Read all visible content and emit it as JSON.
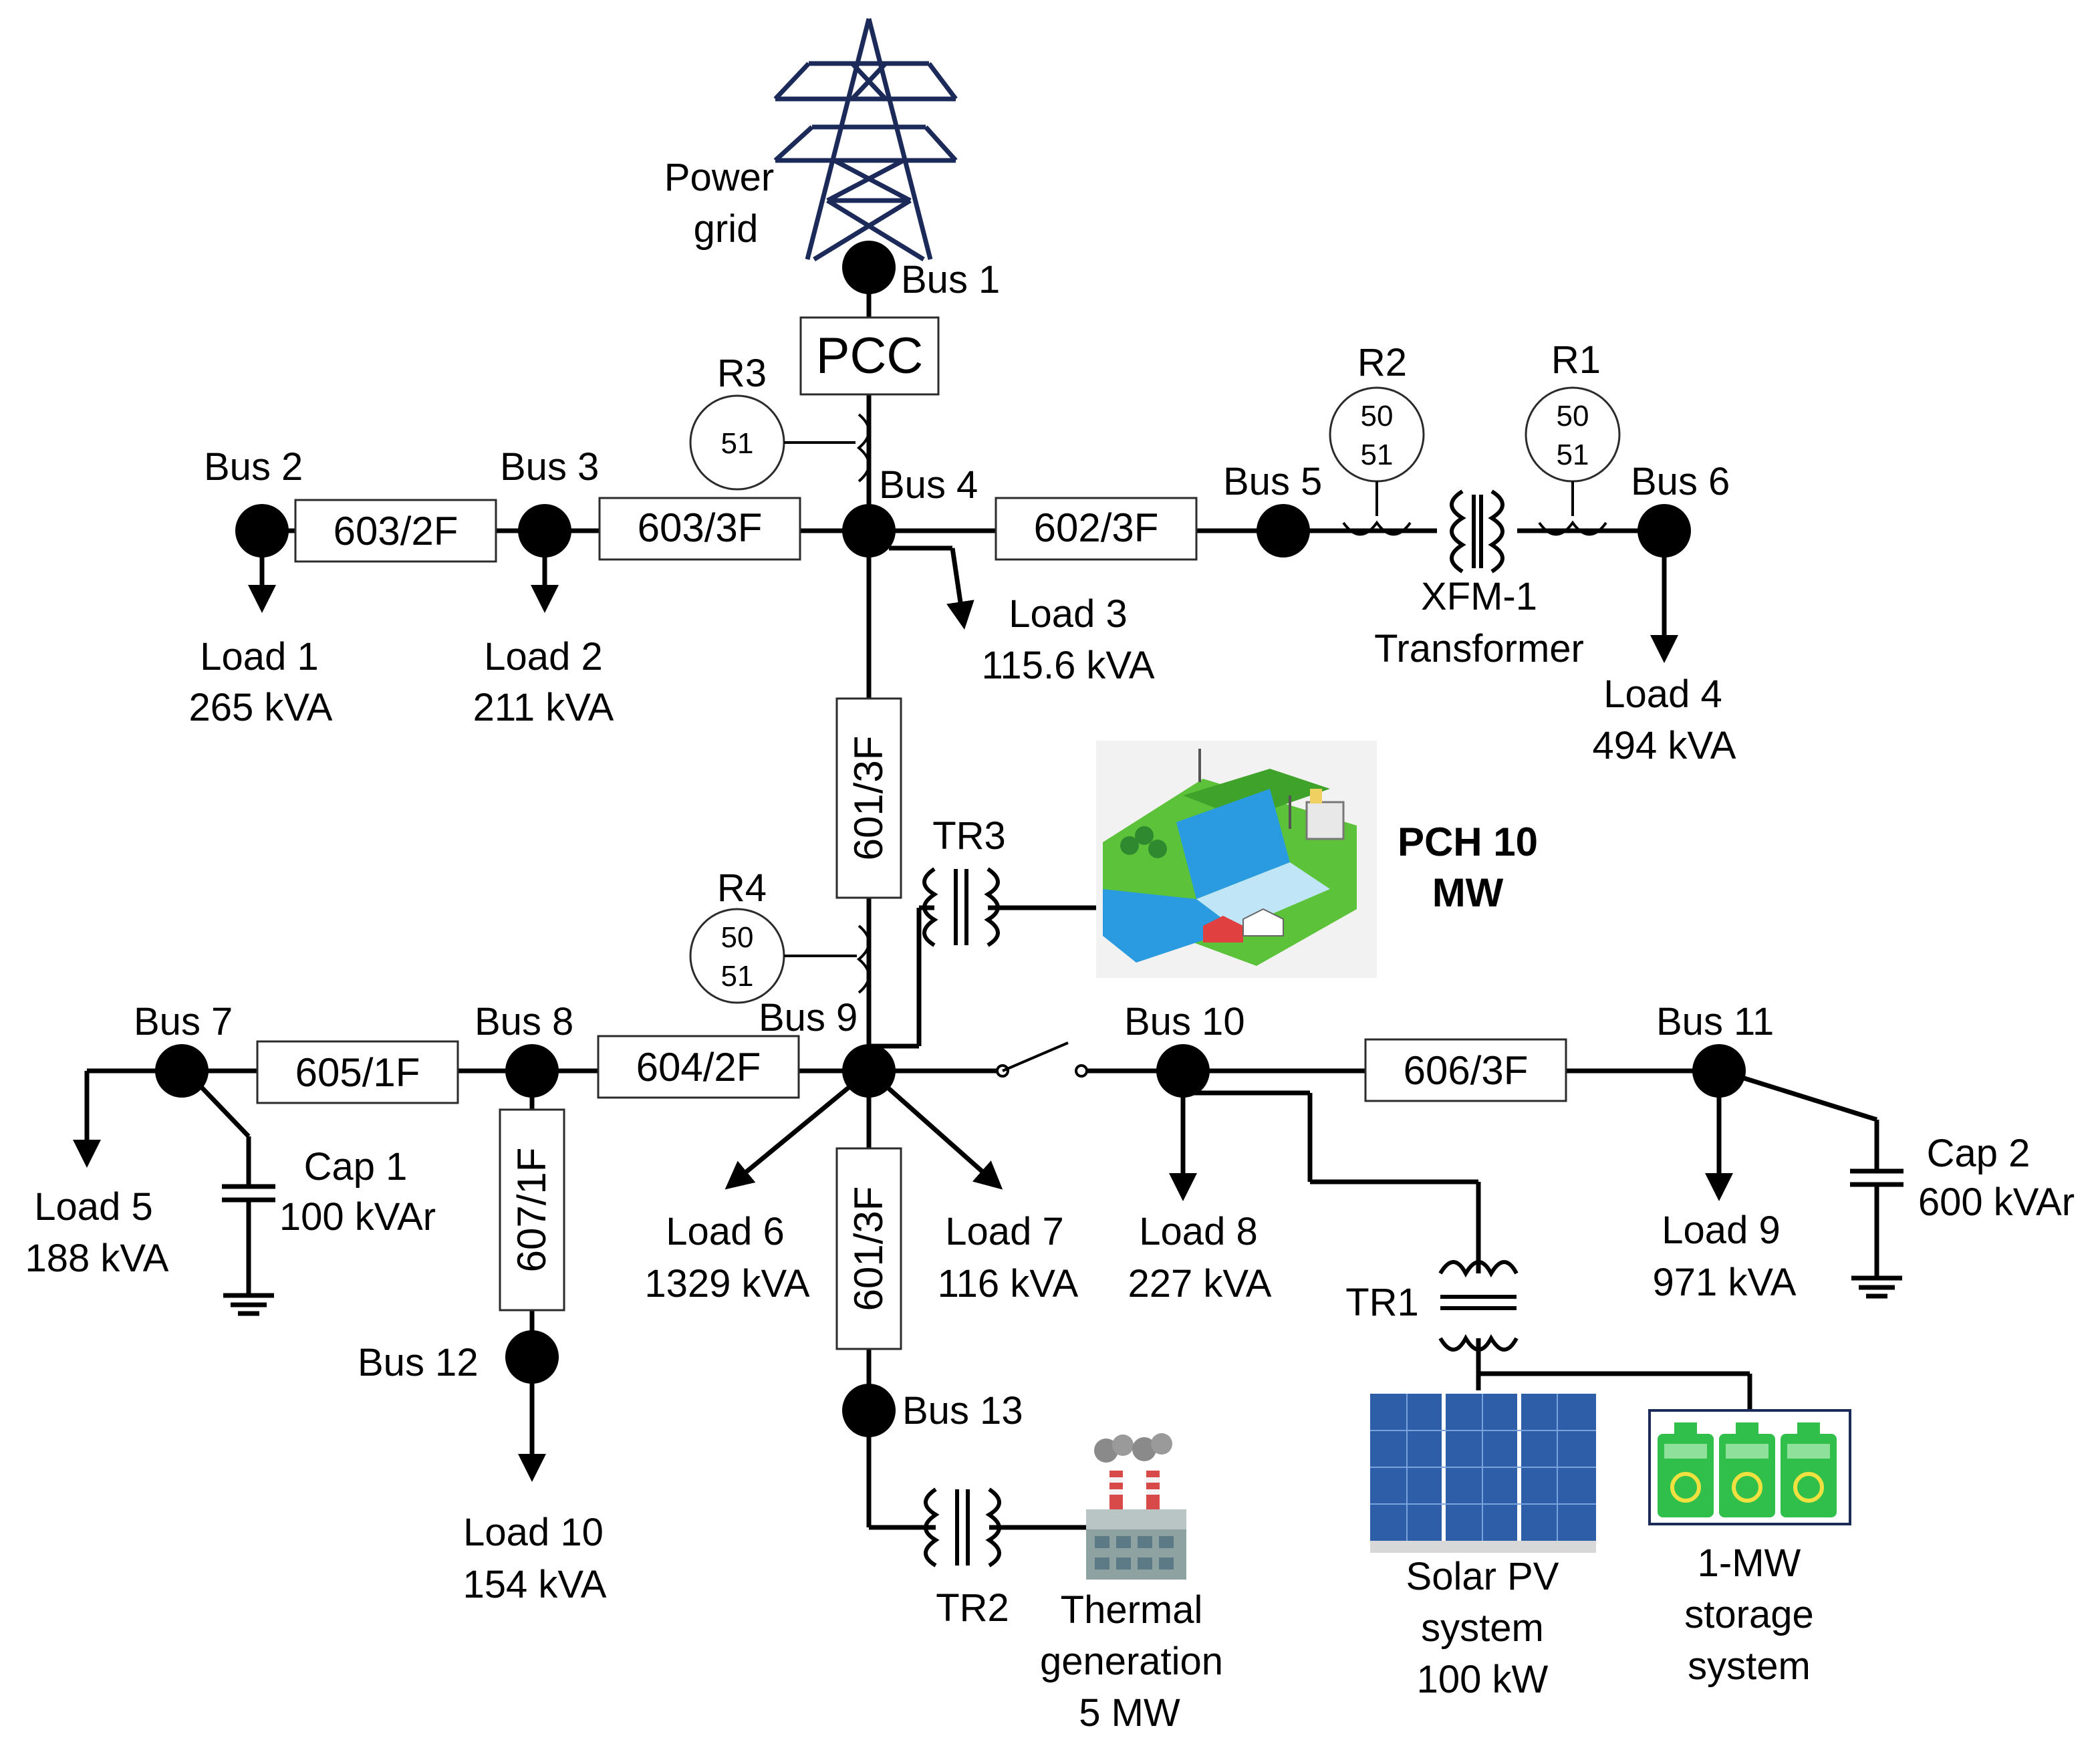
{
  "grid": {
    "label_line1": "Power",
    "label_line2": "grid"
  },
  "pcc": {
    "label": "PCC"
  },
  "buses": {
    "b1": "Bus 1",
    "b2": "Bus 2",
    "b3": "Bus 3",
    "b4": "Bus 4",
    "b5": "Bus 5",
    "b6": "Bus 6",
    "b7": "Bus 7",
    "b8": "Bus 8",
    "b9": "Bus 9",
    "b10": "Bus 10",
    "b11": "Bus 11",
    "b12": "Bus 12",
    "b13": "Bus 13"
  },
  "lines": {
    "l603_2f": "603/2F",
    "l603_3f": "603/3F",
    "l602_3f": "602/3F",
    "l601_3f_a": "601/3F",
    "l605_1f": "605/1F",
    "l604_2f": "604/2F",
    "l607_1f": "607/1F",
    "l601_3f_b": "601/3F",
    "l606_3f": "606/3F"
  },
  "relays": {
    "r1": {
      "name": "R1",
      "code1": "50",
      "code2": "51"
    },
    "r2": {
      "name": "R2",
      "code1": "50",
      "code2": "51"
    },
    "r3": {
      "name": "R3",
      "code1": "51"
    },
    "r4": {
      "name": "R4",
      "code1": "50",
      "code2": "51"
    }
  },
  "loads": {
    "load1": {
      "name": "Load 1",
      "value": "265 kVA"
    },
    "load2": {
      "name": "Load 2",
      "value": "211 kVA"
    },
    "load3": {
      "name": "Load 3",
      "value": "115.6 kVA"
    },
    "load4": {
      "name": "Load 4",
      "value": "494 kVA"
    },
    "load5": {
      "name": "Load 5",
      "value": "188 kVA"
    },
    "load6": {
      "name": "Load 6",
      "value": "1329 kVA"
    },
    "load7": {
      "name": "Load 7",
      "value": "116 kVA"
    },
    "load8": {
      "name": "Load 8",
      "value": "227 kVA"
    },
    "load9": {
      "name": "Load 9",
      "value": "971 kVA"
    },
    "load10": {
      "name": "Load 10",
      "value": "154 kVA"
    }
  },
  "caps": {
    "cap1": {
      "name": "Cap 1",
      "value": "100 kVAr"
    },
    "cap2": {
      "name": "Cap 2",
      "value": "600 kVAr"
    }
  },
  "transformers": {
    "xfm1_line1": "XFM-1",
    "xfm1_line2": "Transformer",
    "tr1": "TR1",
    "tr2": "TR2",
    "tr3": "TR3"
  },
  "generation": {
    "pch_line1": "PCH 10",
    "pch_line2": "MW",
    "thermal_line1": "Thermal",
    "thermal_line2": "generation",
    "thermal_line3": "5 MW",
    "pv_line1": "Solar PV",
    "pv_line2": "system",
    "pv_line3": "100 kW",
    "storage_line1": "1-MW",
    "storage_line2": "storage",
    "storage_line3": "system"
  },
  "colors": {
    "tower": "#1c2a5a",
    "pv_panel": "#2e5ea8",
    "battery": "#2fbf4a",
    "water": "#2a9be0",
    "land": "#5cc23a"
  }
}
